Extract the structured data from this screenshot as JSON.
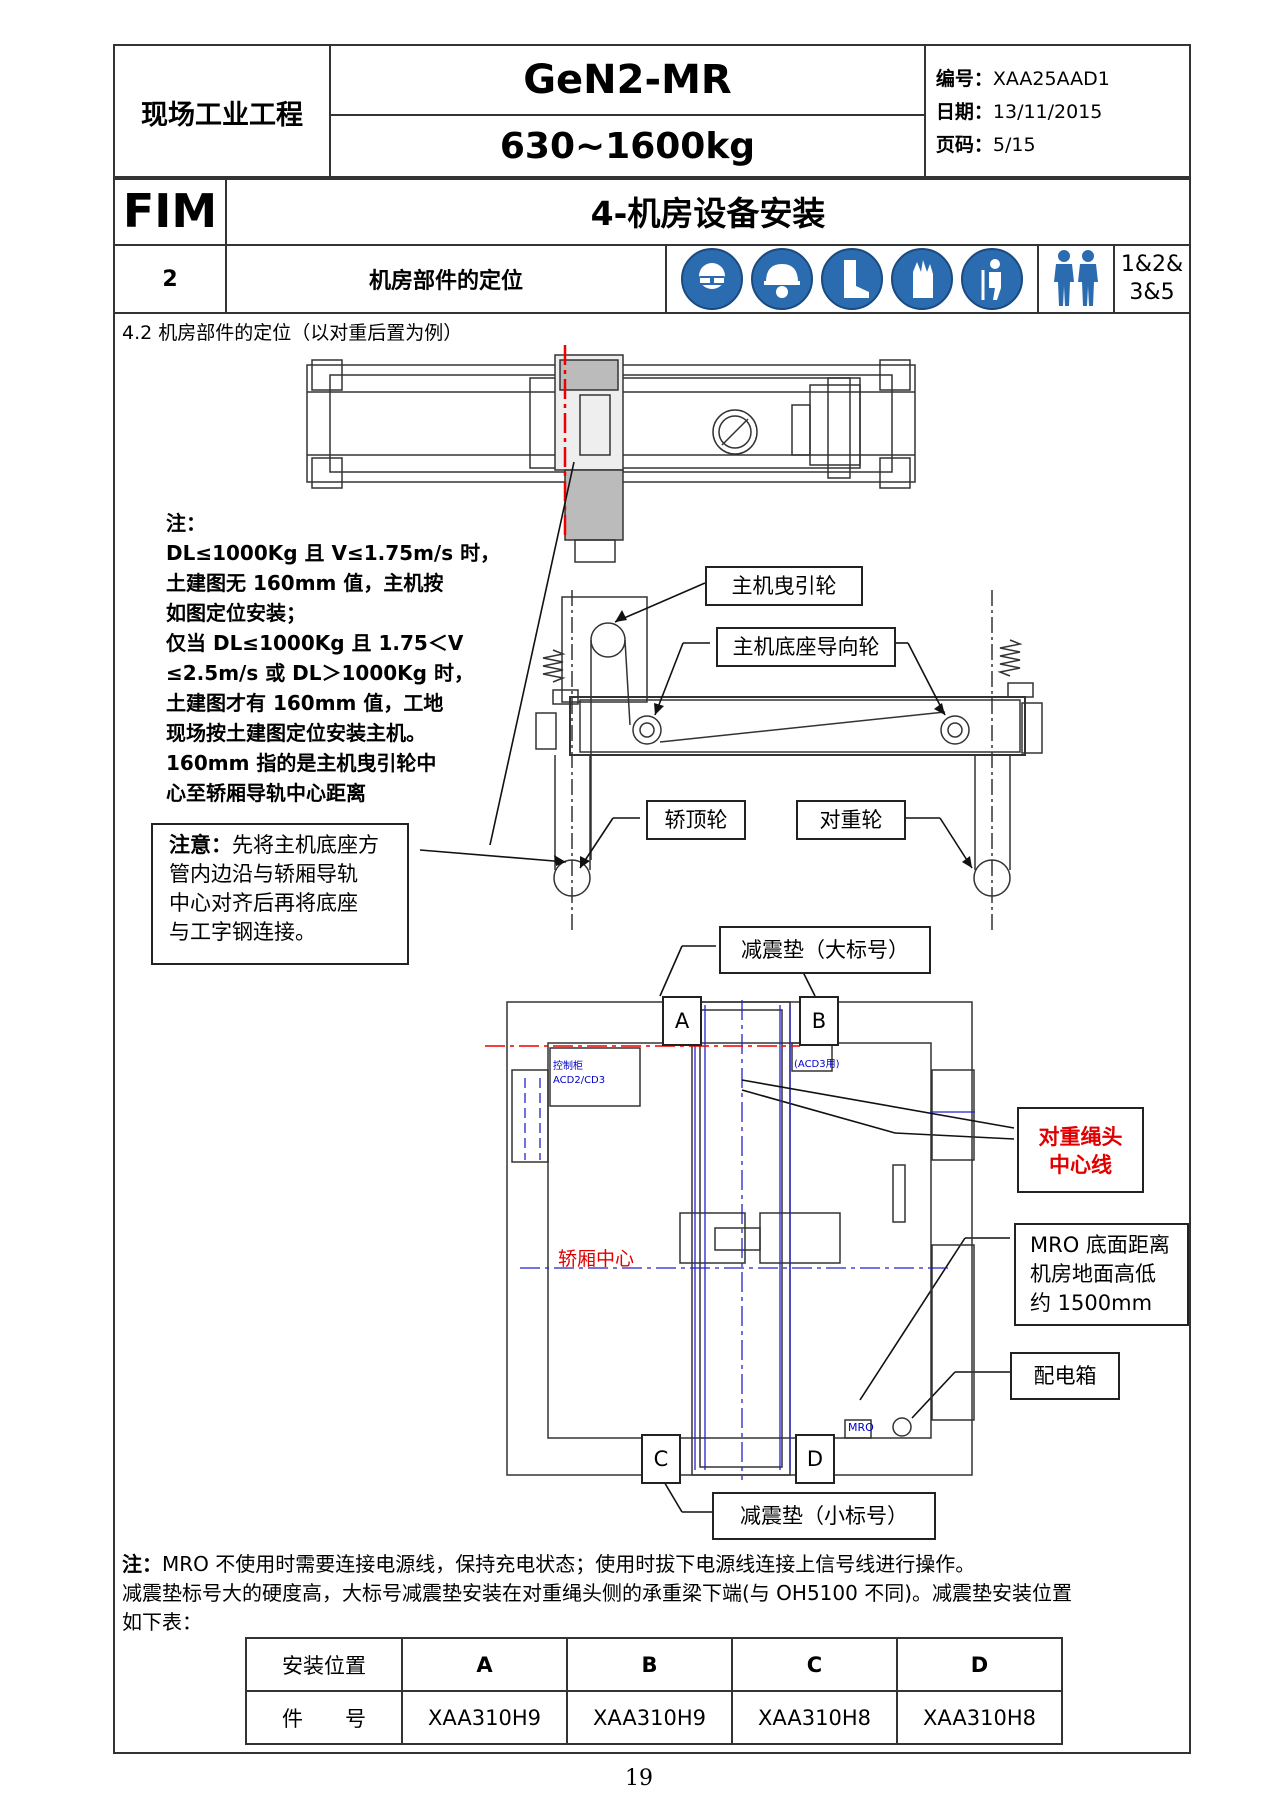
{
  "header": {
    "company": "现场工业工程",
    "model": "GeN2-MR",
    "capacity": "630~1600kg",
    "doc_no_label": "编号：",
    "doc_no": "XAA25AAD1",
    "date_label": "日期：",
    "date": "13/11/2015",
    "page_label": "页码：",
    "page": "5/15",
    "fim": "FIM",
    "section_title": "4-机房设备安装",
    "step_no": "2",
    "step_title": "机房部件的定位",
    "personnel_level": "1&2&\n3&5",
    "ppe_icons": [
      "safety-glasses-icon",
      "helmet-icon",
      "safety-boots-icon",
      "gloves-icon",
      "harness-icon"
    ],
    "people_icon": "two-workers-icon"
  },
  "section_heading": "4.2  机房部件的定位（以对重后置为例）",
  "note1": [
    "注：",
    "DL≤1000Kg 且 V≤1.75m/s 时，",
    "土建图无 160mm 值，主机按",
    "如图定位安装；",
    "仅当 DL≤1000Kg 且 1.75＜V",
    "≤2.5m/s 或 DL＞1000Kg 时，",
    "土建图才有 160mm 值，工地",
    "现场按土建图定位安装主机。",
    "160mm 指的是主机曳引轮中",
    "心至轿厢导轨中心距离"
  ],
  "attention_label": "注意：",
  "attention": [
    "先将主机底座方",
    "管内边沿与轿厢导轨",
    "中心对齐后再将底座",
    "与工字钢连接。"
  ],
  "callouts": {
    "traction_sheave": "主机曳引轮",
    "deflector": "主机底座导向轮",
    "car_top": "轿顶轮",
    "cw_pulley": "对重轮",
    "buffer_large": "减震垫（大标号）",
    "cw_rope_center": "对重绳头\n中心线",
    "car_center": "轿厢中心",
    "mro_height": "MRO 底面距离\n机房地面高低\n约 1500mm",
    "power_box": "配电箱",
    "buffer_small": "减震垫（小标号）",
    "mro_tag": "MRO",
    "ctrl1": "控制柜\nACD2/CD3",
    "ctrl2": "(ACD3用)"
  },
  "labels": {
    "a": "A",
    "b": "B",
    "c": "C",
    "d": "D"
  },
  "bottom_note": {
    "label": "注：",
    "line1": "MRO 不使用时需要连接电源线，保持充电状态；使用时拔下电源线连接上信号线进行操作。",
    "line2": "减震垫标号大的硬度高，大标号减震垫安装在对重绳头侧的承重梁下端(与 OH5100 不同)。减震垫安装位置",
    "line3": "如下表："
  },
  "table": {
    "headers": [
      "安装位置",
      "A",
      "B",
      "C",
      "D"
    ],
    "row": [
      "件　　号",
      "XAA310H9",
      "XAA310H9",
      "XAA310H8",
      "XAA310H8"
    ]
  },
  "footer_page": "19"
}
